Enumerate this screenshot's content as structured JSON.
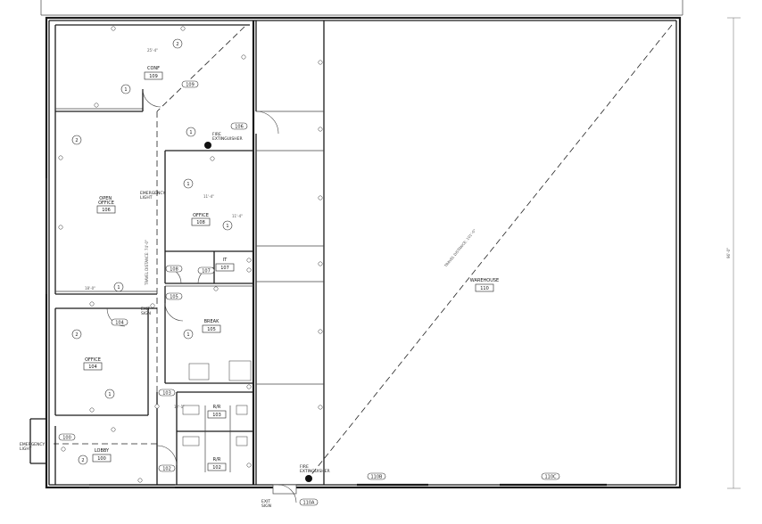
{
  "plan": {
    "rooms": [
      {
        "name": "CONF",
        "number": "109"
      },
      {
        "name": "OPEN\nOFFICE",
        "number": "106"
      },
      {
        "name": "OFFICE",
        "number": "108"
      },
      {
        "name": "IT",
        "number": "107"
      },
      {
        "name": "BREAK",
        "number": "105"
      },
      {
        "name": "OFFICE",
        "number": "104"
      },
      {
        "name": "R/R",
        "number": "103"
      },
      {
        "name": "R/R",
        "number": "102"
      },
      {
        "name": "LOBBY",
        "number": "100"
      },
      {
        "name": "WAREHOUSE",
        "number": "110"
      }
    ],
    "door_tags": [
      "109",
      "106",
      "108",
      "107",
      "105",
      "104",
      "103",
      "102",
      "100",
      "110B",
      "110C",
      "110A"
    ],
    "bubbles": [
      "2",
      "1",
      "2",
      "1",
      "1",
      "1",
      "1",
      "1",
      "2",
      "1",
      "2"
    ],
    "notes": {
      "fire_ext_1": "FIRE\nEXTINGUISHER",
      "fire_ext_2": "FIRE\nEXTINGUISHER",
      "emerg": "EMERGENCY\nLIGHT",
      "exit": "EXIT\nSIGN"
    },
    "dims": {
      "d1": "25'-4\"",
      "d2": "11'-4\"",
      "d3": "18'-0\"",
      "d4": "11'-4\"",
      "d5": "12'-1\"",
      "right": "96'-0\""
    },
    "diag_text": "TRAVEL DISTANCE: 101'-0\"",
    "diag_text2": "TRAVEL DISTANCE: 74'-0\""
  }
}
